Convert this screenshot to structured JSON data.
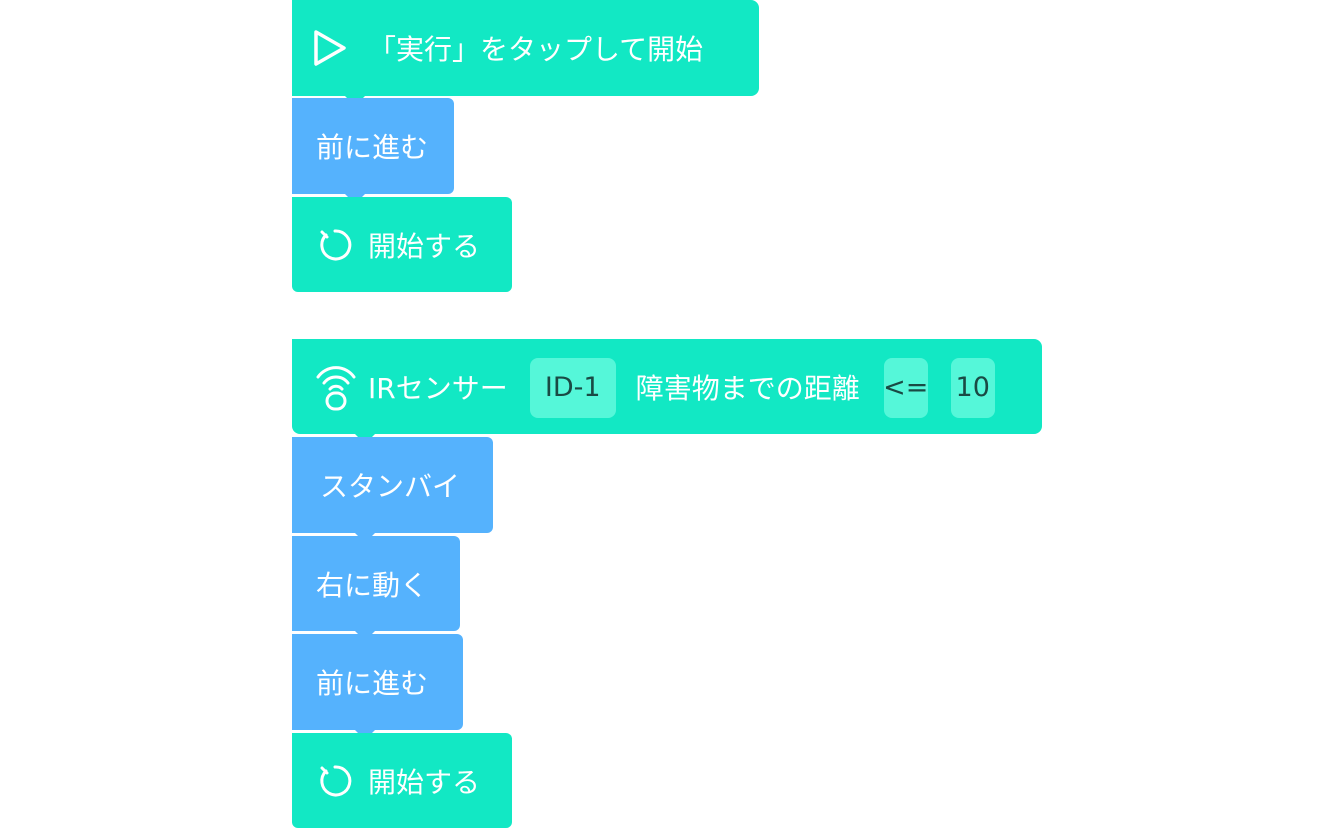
{
  "program1": {
    "trigger": {
      "icon": "play-icon",
      "label": "「実行」をタップして開始"
    },
    "steps": [
      {
        "label": "前に進む"
      }
    ],
    "end": {
      "icon": "loop-restart-icon",
      "label": "開始する"
    }
  },
  "program2": {
    "trigger": {
      "icon": "ir-sensor-icon",
      "label": "IRセンサー",
      "sensor_id": "ID-1",
      "condition_label": "障害物までの距離",
      "operator": "<=",
      "value": "10"
    },
    "steps": [
      {
        "label": "スタンバイ"
      },
      {
        "label": "右に動く"
      },
      {
        "label": "前に進む"
      }
    ],
    "end": {
      "icon": "loop-restart-icon",
      "label": "開始する"
    }
  },
  "colors": {
    "event_block": "#12e8c4",
    "action_block": "#55b2fd",
    "param_pill": "#55f7d9"
  }
}
